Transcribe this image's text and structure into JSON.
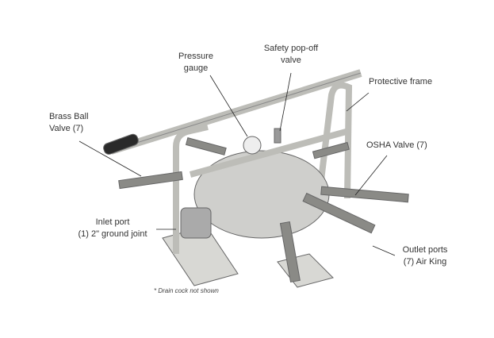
{
  "labels": {
    "pressure_gauge": [
      "Pressure",
      "gauge"
    ],
    "safety_valve": [
      "Safety pop-off",
      "valve"
    ],
    "protective_frame": "Protective frame",
    "brass_ball_valve": [
      "Brass Ball",
      "Valve (7)"
    ],
    "osha_valve": "OSHA Valve (7)",
    "inlet_port": [
      "Inlet port",
      "(1) 2\" ground joint"
    ],
    "outlet_ports": [
      "Outlet ports",
      "(7) Air King"
    ]
  },
  "note": "* Drain cock not shown"
}
